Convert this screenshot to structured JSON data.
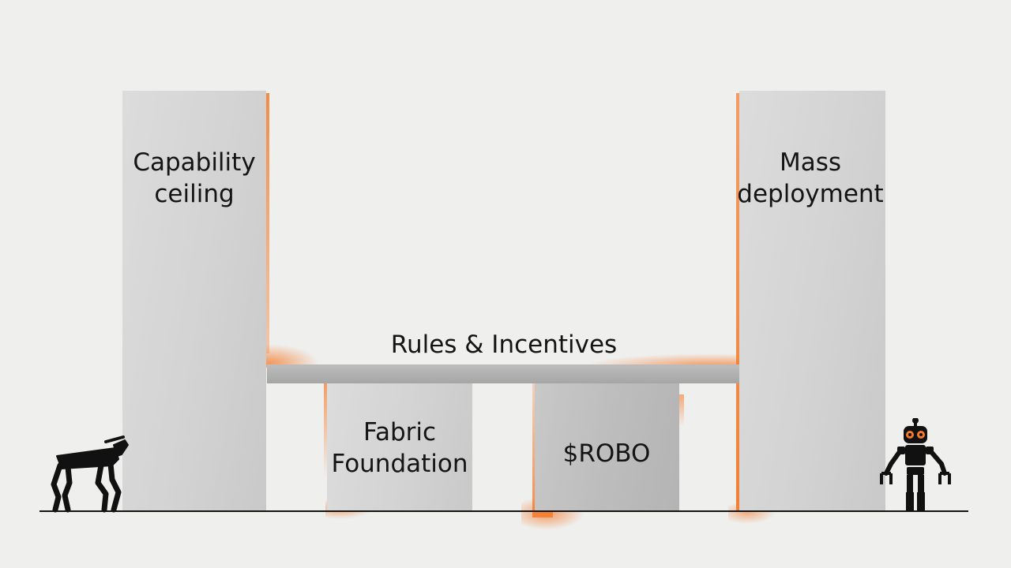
{
  "labels": {
    "left_pillar": [
      "Capability",
      "ceiling"
    ],
    "right_pillar": [
      "Mass",
      "deployment"
    ],
    "beam": "Rules & Incentives",
    "support_left": [
      "Fabric",
      "Foundation"
    ],
    "support_right": "$ROBO"
  },
  "icons": {
    "left": "robot-dog-icon",
    "right": "humanoid-robot-icon"
  },
  "colors": {
    "background": "#efefee",
    "accent": "#f47a2a",
    "block": "#d3d3d3",
    "beam": "#a9a9a9",
    "ink": "#141414"
  }
}
